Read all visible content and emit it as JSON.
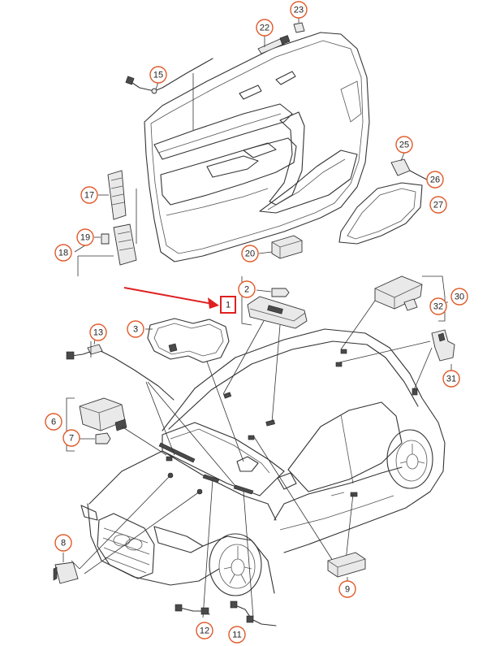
{
  "diagram": {
    "callouts": [
      "1",
      "2",
      "3",
      "6",
      "7",
      "8",
      "9",
      "11",
      "12",
      "13",
      "15",
      "17",
      "18",
      "19",
      "20",
      "22",
      "23",
      "25",
      "26",
      "27",
      "30",
      "31",
      "32"
    ],
    "highlight_color": "#e02020",
    "callout_color": "#e05a2a"
  }
}
